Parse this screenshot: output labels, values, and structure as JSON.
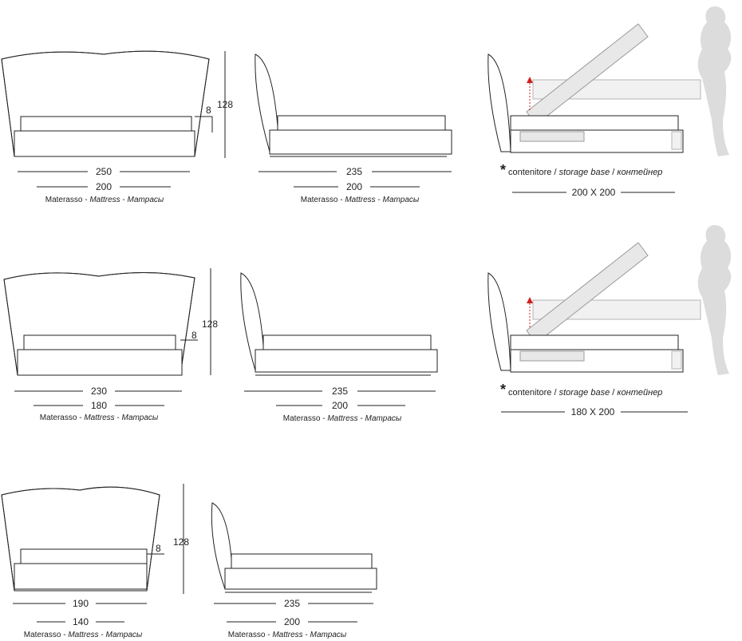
{
  "row1": {
    "front": {
      "width": "250",
      "mattress": "200",
      "side_gap": "8",
      "height": "128"
    },
    "side": {
      "length": "235",
      "mattress": "200"
    },
    "storage": {
      "asterisk": "*",
      "size": "200 X 200"
    }
  },
  "row2": {
    "front": {
      "width": "230",
      "mattress": "180",
      "side_gap": "8",
      "height": "128"
    },
    "side": {
      "length": "235",
      "mattress": "200"
    },
    "storage": {
      "asterisk": "*",
      "size": "180 X 200"
    }
  },
  "row3": {
    "front": {
      "width": "190",
      "mattress": "140",
      "side_gap": "8",
      "height": "128"
    },
    "side": {
      "length": "235",
      "mattress": "200"
    }
  },
  "caption": {
    "it": "Materasso - ",
    "en": "Mattress",
    "sep": " - ",
    "ru": "Матрасы"
  },
  "container_caption": {
    "it": "contenitore / ",
    "en": "storage base",
    "sep": " / ",
    "ru": "контейнер"
  }
}
